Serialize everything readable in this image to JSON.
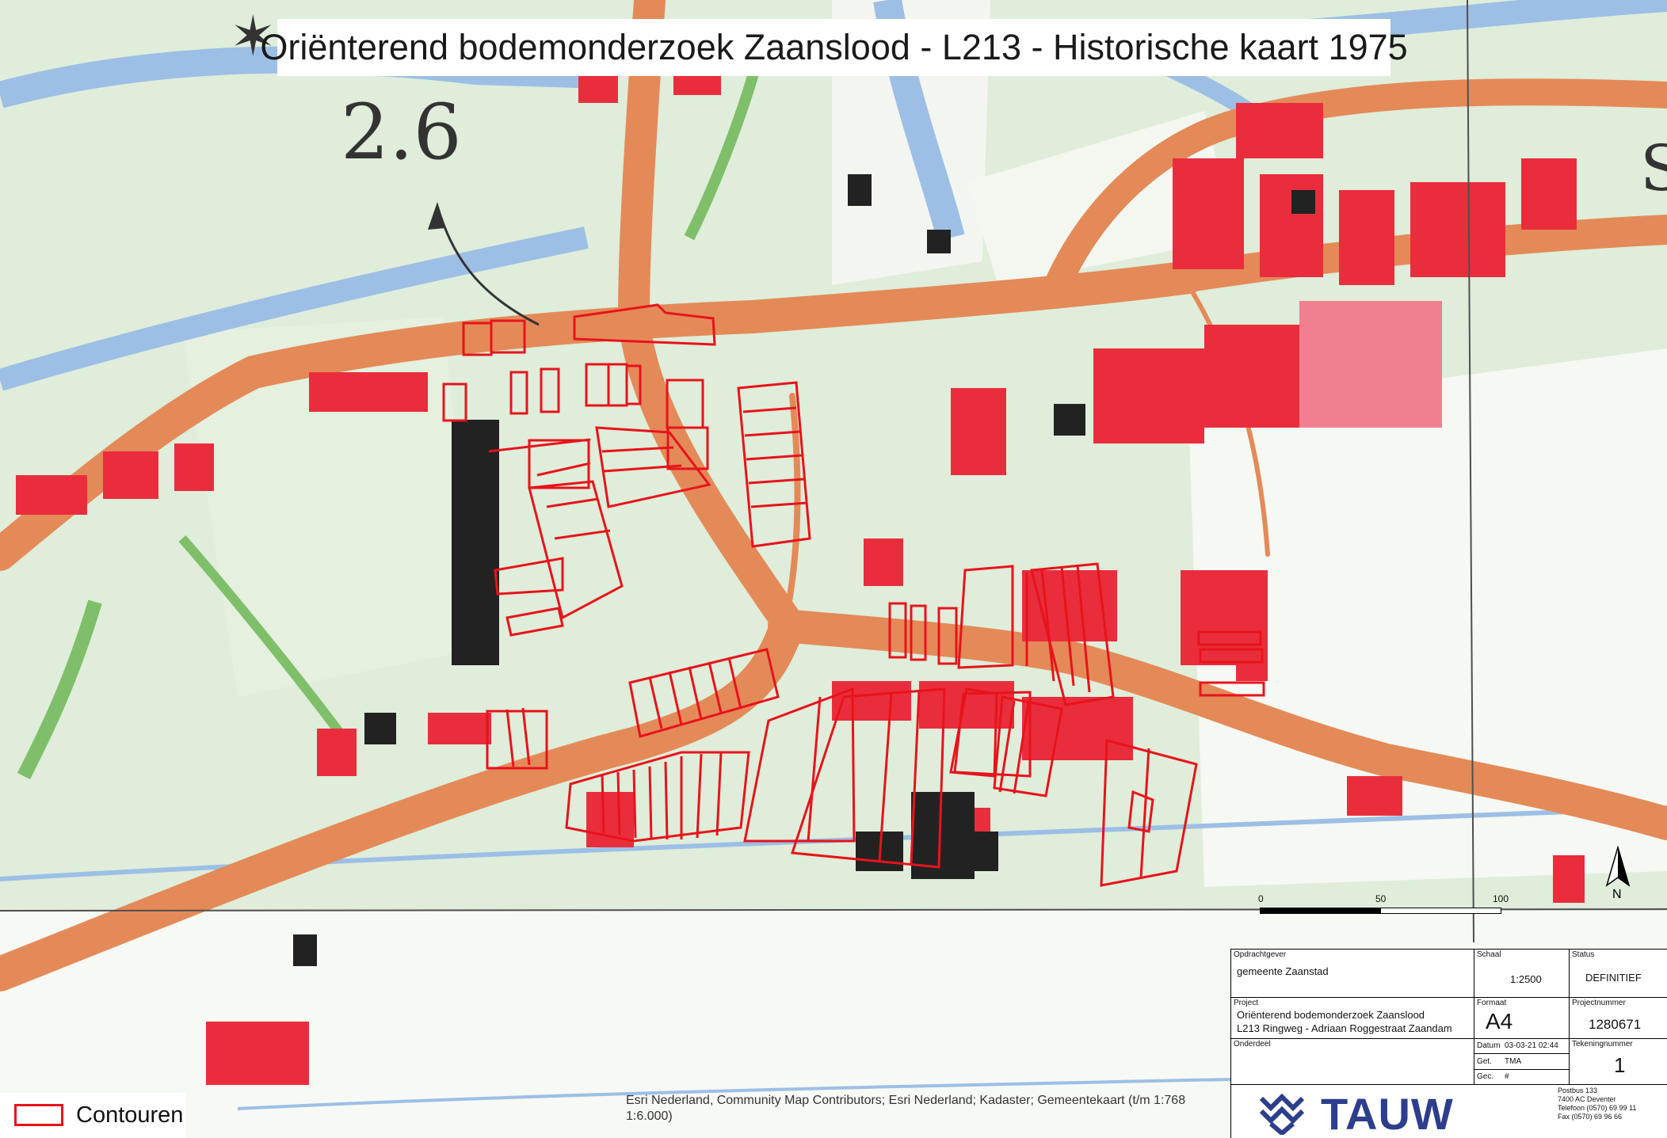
{
  "title": "Oriënterend bodemonderzoek Zaanslood - L213 - Historische kaart 1975",
  "map": {
    "elevation_label": "2.6",
    "corner_letter": "S"
  },
  "legend": {
    "label": "Contouren",
    "color": "#e8131b"
  },
  "attribution": {
    "line1": "Esri Nederland, Community Map Contributors; Esri Nederland; Kadaster; Gemeentekaart (t/m 1:768",
    "line2": "1:6.000)"
  },
  "scalebar": {
    "ticks": [
      "0",
      "50",
      "100 m"
    ]
  },
  "north_arrow": {
    "label": "N",
    "icon": "north-arrow-icon"
  },
  "titleblock": {
    "opdrachtgever_label": "Opdrachtgever",
    "opdrachtgever": "gemeente Zaanstad",
    "schaal_label": "Schaal",
    "schaal": "1:2500",
    "status_label": "Status",
    "status": "DEFINITIEF",
    "project_label": "Project",
    "project_line1": "Oriënterend bodemonderzoek Zaanslood",
    "project_line2": "L213 Ringweg - Adriaan Roggestraat Zaandam",
    "formaat_label": "Formaat",
    "formaat": "A4",
    "projectnummer_label": "Projectnummer",
    "projectnummer": "1280671",
    "onderdeel_label": "Onderdeel",
    "datum_label": "Datum",
    "datum": "03-03-21 02:44",
    "get_label": "Get.",
    "get": "TMA",
    "gec_label": "Gec.",
    "gec": "#",
    "tekeningnummer_label": "Tekeningnummer",
    "tekeningnummer": "1",
    "company": "TAUW",
    "address": [
      "Postbus 133",
      "7400 AC Deventer",
      "Telefoon (0570) 69 99 11",
      "Fax (0570) 69 96 66"
    ]
  },
  "colors": {
    "land": "#e1eedc",
    "water": "#a4c3e6",
    "road": "#e48a58",
    "buildings": "#ea2d3c",
    "contour": "#e8131b"
  }
}
